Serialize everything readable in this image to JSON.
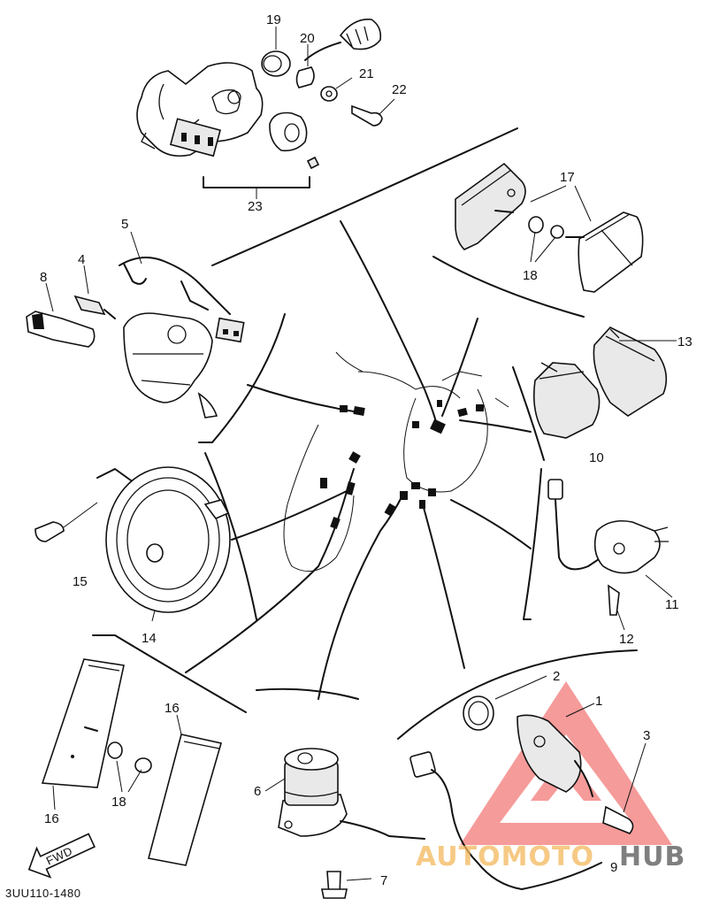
{
  "diagram_code": "3UU110-1480",
  "fwd_label": "FWD",
  "callouts": {
    "c1": "1",
    "c2": "2",
    "c3": "3",
    "c4": "4",
    "c5": "5",
    "c6": "6",
    "c7": "7",
    "c8": "8",
    "c9": "9",
    "c10": "10",
    "c11": "11",
    "c12": "12",
    "c13": "13",
    "c14": "14",
    "c15": "15",
    "c16a": "16",
    "c16b": "16",
    "c17": "17",
    "c18a": "18",
    "c18b": "18",
    "c19": "19",
    "c20": "20",
    "c21": "21",
    "c22": "22",
    "c23": "23"
  },
  "watermark": {
    "part1": "AUTOMOTO",
    "part2": "HUB",
    "triangle_color": "#ee4a48",
    "text_color": "#f3b85c"
  }
}
